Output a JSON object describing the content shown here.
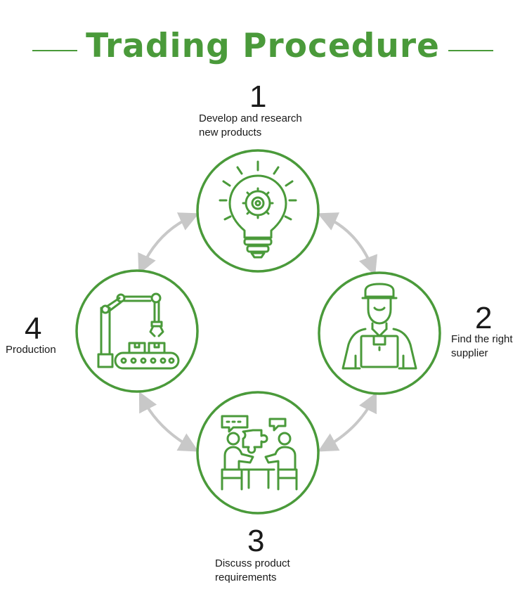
{
  "title": "Trading Procedure",
  "colors": {
    "accent": "#4a9a3a",
    "arrow": "#c8c8c8",
    "text": "#1a1a1a"
  },
  "steps": [
    {
      "number": "1",
      "label": "Develop and research\nnew products",
      "icon": "lightbulb-gear-icon"
    },
    {
      "number": "2",
      "label": "Find the right\nsupplier",
      "icon": "delivery-worker-icon"
    },
    {
      "number": "3",
      "label": "Discuss product\nrequirements",
      "icon": "meeting-discussion-icon"
    },
    {
      "number": "4",
      "label": "Production",
      "icon": "factory-robot-arm-icon"
    }
  ]
}
